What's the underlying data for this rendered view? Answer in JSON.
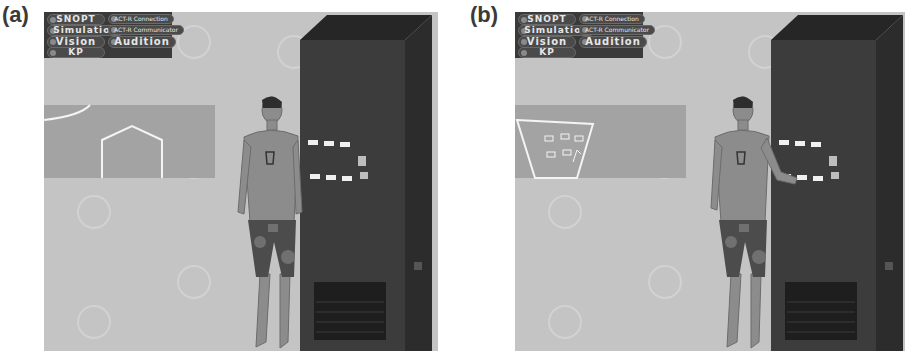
{
  "diagram": {
    "nodes": [
      {
        "text": [
          "SNOPT"
        ]
      },
      {
        "text": [
          "ACT-R Connection"
        ]
      },
      {
        "text": [
          "Simulation"
        ]
      },
      {
        "text": [
          "ACT-R Communicator"
        ]
      },
      {
        "text": [
          "Vision"
        ]
      },
      {
        "text": [
          "Audition"
        ]
      },
      {
        "text": [
          "KP"
        ]
      },
      {
        "text": [
          "SNOPT"
        ]
      },
      {
        "text": [
          "ACT-R Connection"
        ]
      },
      {
        "text": [
          "Simulation"
        ]
      },
      {
        "text": [
          "ACT-R Communicator"
        ]
      },
      {
        "text": [
          "Vision"
        ]
      },
      {
        "text": [
          "Audition"
        ]
      },
      {
        "text": [
          "KP"
        ]
      }
    ],
    "labels": [
      "(a)",
      "(b)"
    ]
  }
}
